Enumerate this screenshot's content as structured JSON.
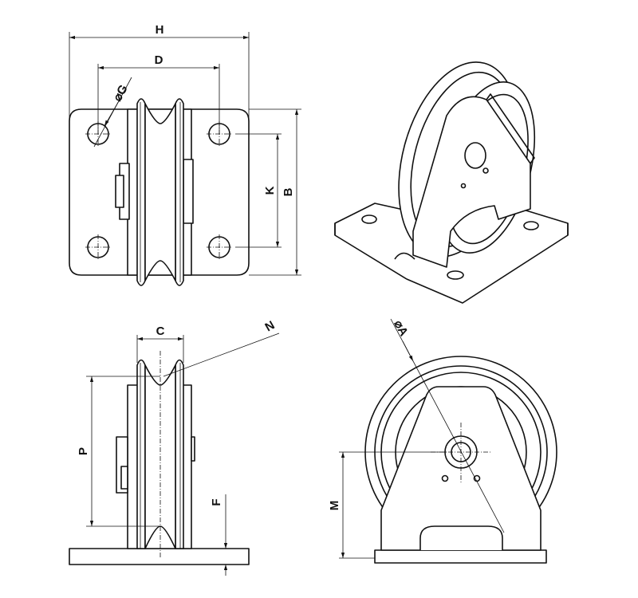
{
  "title": "Fixed pulley block with base plate - dimension drawing",
  "dimensions": {
    "H": "H",
    "D": "D",
    "G": "⌀G",
    "K": "K",
    "B": "B",
    "C": "C",
    "N": "N",
    "P": "P",
    "F": "F",
    "A": "⌀A",
    "M": "M"
  },
  "colors": {
    "line": "#111111",
    "background": "#ffffff"
  }
}
